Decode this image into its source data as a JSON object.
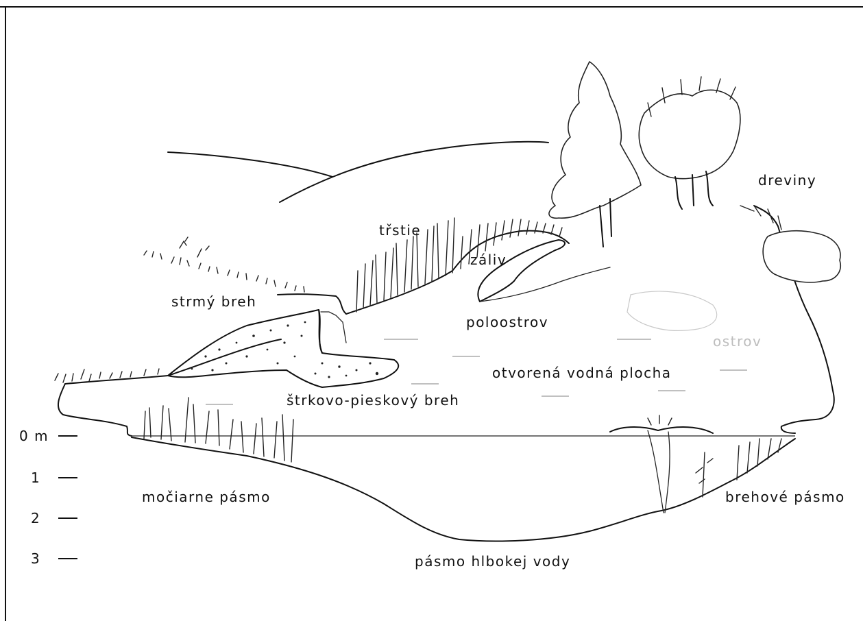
{
  "labels": {
    "trstie": "třstie",
    "zaliv": "záliv",
    "dreviny": "dreviny",
    "strmy_breh": "strmý breh",
    "poloostrov": "poloostrov",
    "ostrov": "ostrov",
    "otvorena_vodna_plocha": "otvorená vodná plocha",
    "strkovo_pieskovy_breh": "štrkovo-pieskový breh",
    "mociarne_pasmo": "močiarne pásmo",
    "brehove_pasmo": "brehové pásmo",
    "pasmo_hlbokej_vody": "pásmo hlbokej vody"
  },
  "depth_scale": [
    "0 m",
    "1",
    "2",
    "3"
  ]
}
